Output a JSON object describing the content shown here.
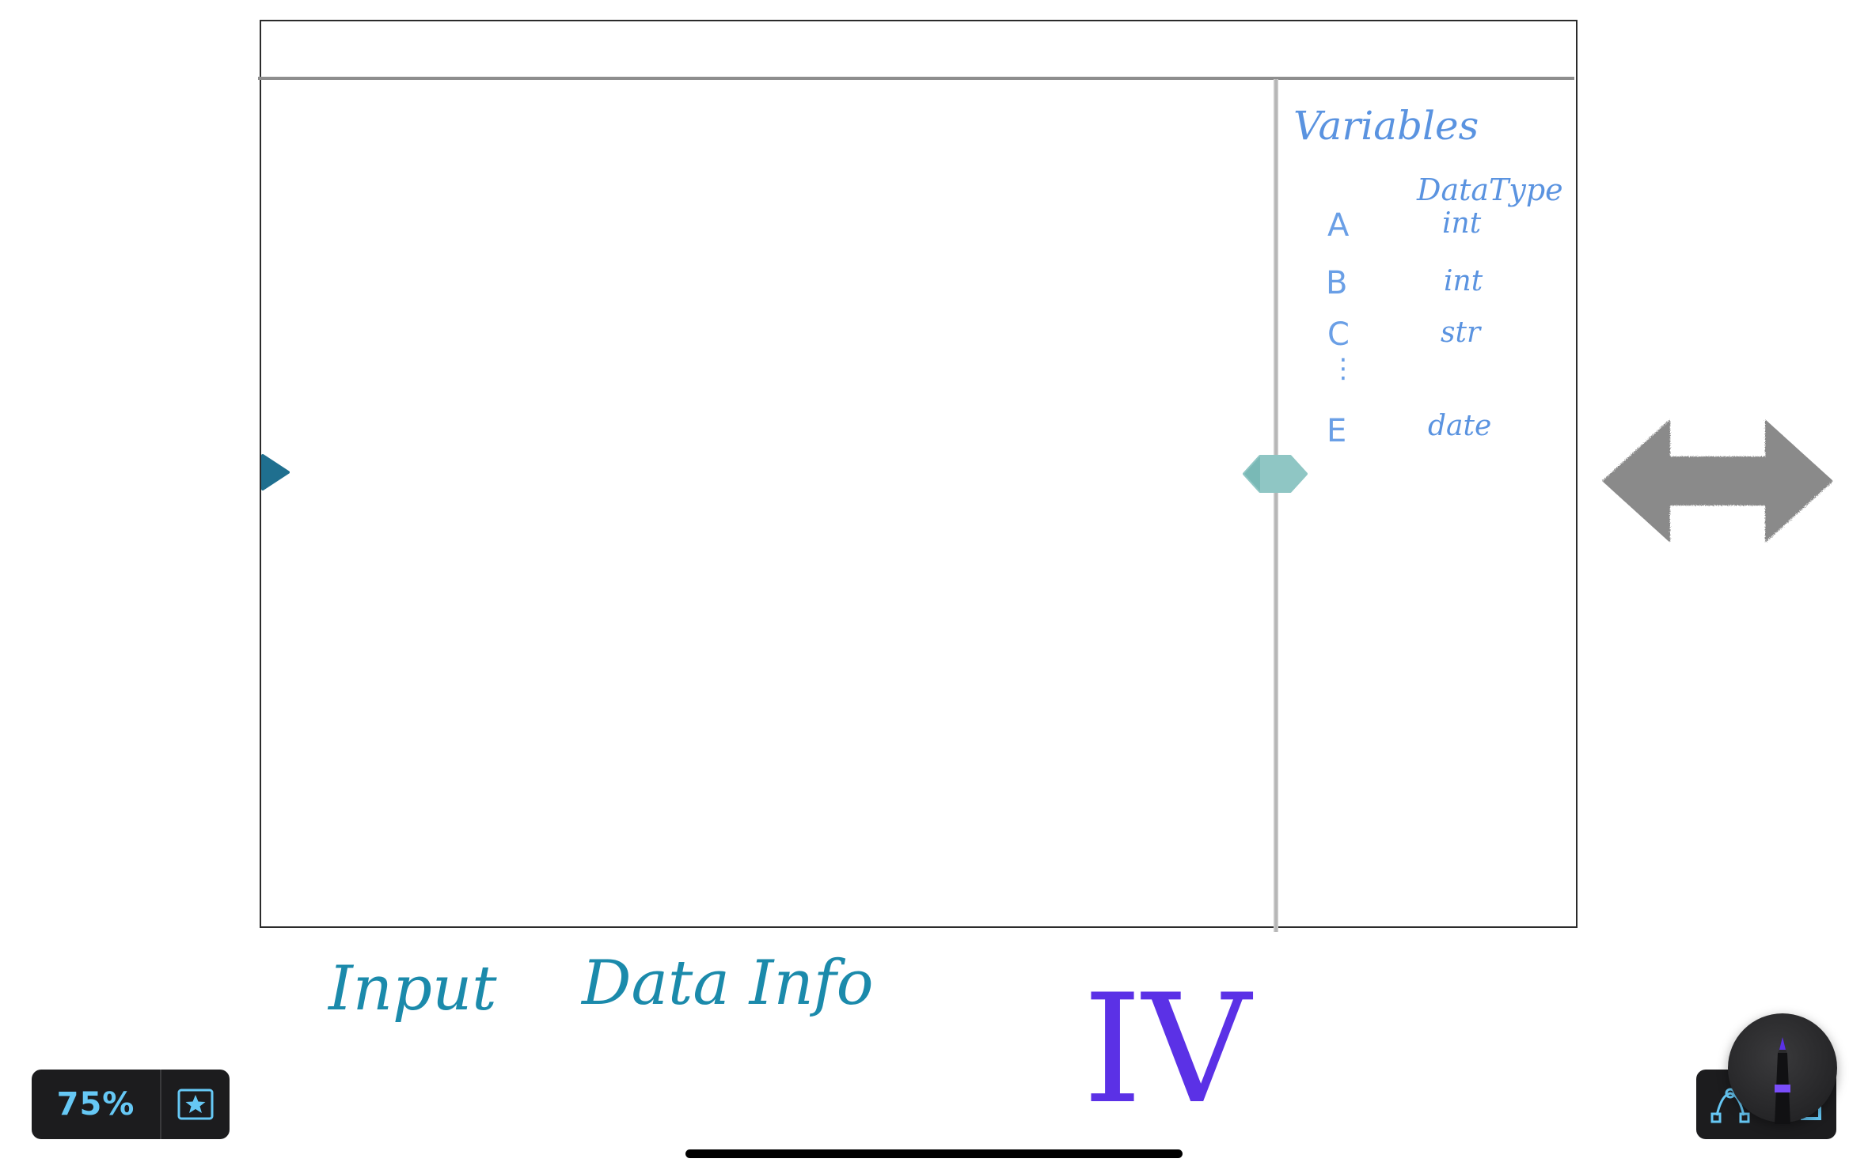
{
  "canvas": {
    "variables_panel": {
      "title": "Variables",
      "column_header": "DataType",
      "rows": [
        {
          "name": "A",
          "type": "int"
        },
        {
          "name": "B",
          "type": "int"
        },
        {
          "name": "C",
          "type": "str"
        },
        {
          "name": "⋮",
          "type": ""
        },
        {
          "name": "E",
          "type": "date"
        }
      ]
    },
    "labels": {
      "input": "Input",
      "data_info": "Data Info",
      "iv": "IV"
    }
  },
  "toolbar": {
    "zoom": "75%",
    "favorite_icon": "star-square-icon",
    "shape_tool_icon": "shape-tool-icon",
    "pen_icon": "pen-icon"
  },
  "colors": {
    "sketch_blue": "#5a93e0",
    "teal": "#1b8aab",
    "purple": "#5b31e6",
    "zoom_text": "#66c8f5"
  }
}
